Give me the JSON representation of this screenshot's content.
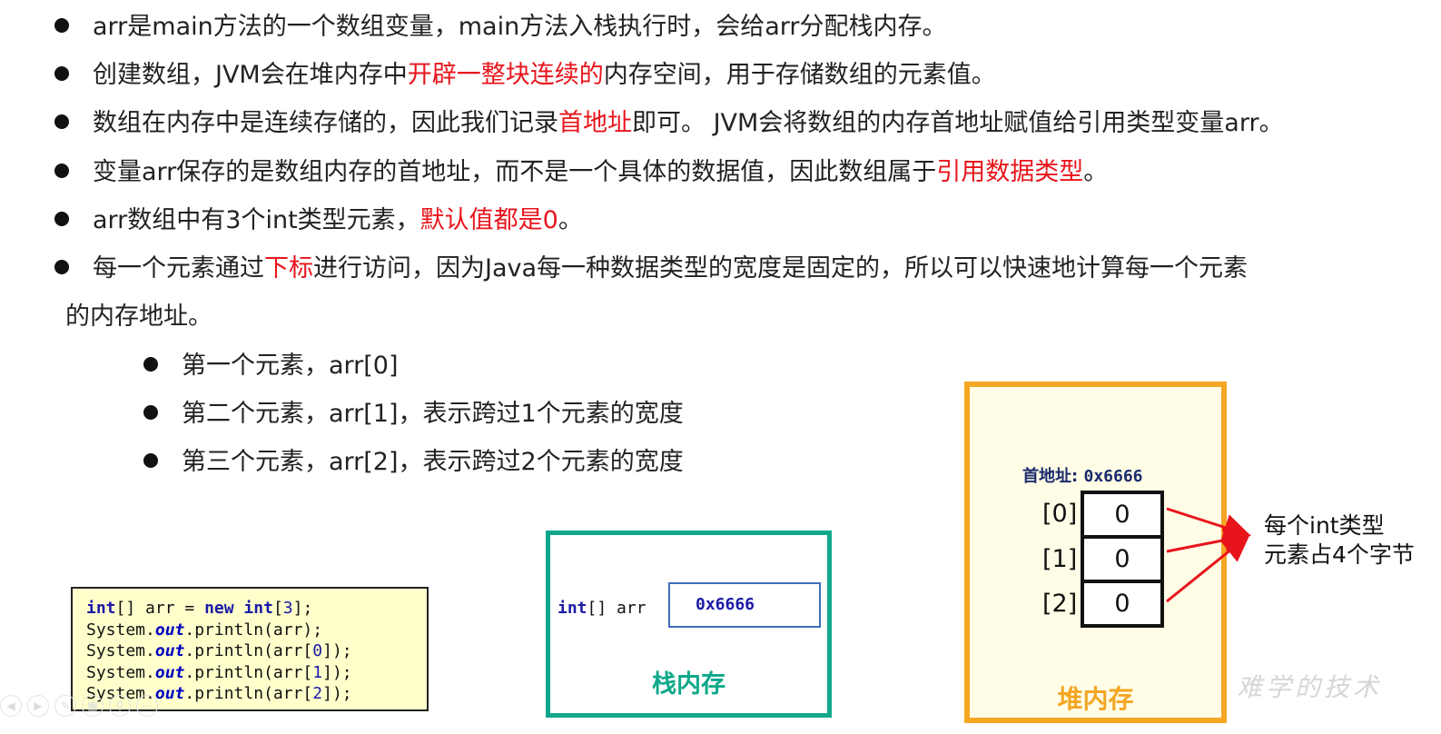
{
  "bullets": [
    {
      "parts": [
        "arr是main方法的一个数组变量，main方法入栈执行时，会给arr分配栈内存。",
        "",
        ""
      ]
    },
    {
      "parts": [
        "创建数组，JVM会在堆内存中",
        "开辟一整块连续的",
        "内存空间，用于存储数组的元素值。"
      ]
    },
    {
      "parts": [
        "数组在内存中是连续存储的，因此我们记录",
        "首地址",
        "即可。 JVM会将数组的内存首地址赋值给引用类型变量arr。"
      ]
    },
    {
      "parts": [
        "变量arr保存的是数组内存的首地址，而不是一个具体的数据值，因此数组属于",
        "引用数据类型",
        "。"
      ]
    },
    {
      "parts": [
        "arr数组中有3个int类型元素，",
        "默认值都是0",
        "。"
      ]
    },
    {
      "parts": [
        "每一个元素通过",
        "下标",
        "进行访问，因为Java每一种数据类型的宽度是固定的，所以可以快速地计算每一个元素"
      ]
    }
  ],
  "bullet6_continuation": "的内存地址。",
  "sub_bullets": [
    "第一个元素，arr[0]",
    "第二个元素，arr[1]，表示跨过1个元素的宽度",
    "第三个元素，arr[2]，表示跨过2个元素的宽度"
  ],
  "code": {
    "line1": {
      "kw1": "int",
      "t1": "[] arr = ",
      "kw2": "new",
      "t2": " ",
      "kw3": "int",
      "t3": "[",
      "num": "3",
      "t4": "];"
    },
    "println_prefix": "System.",
    "out": "out",
    "println_args": [
      ".println(arr);",
      ".println(arr[",
      ".println(arr[",
      ".println(arr["
    ],
    "indices": [
      "0",
      "1",
      "2"
    ],
    "suffix": "]);"
  },
  "stack": {
    "var_type": "int",
    "var_rest": "[] arr",
    "value": "0x6666",
    "label": "栈内存"
  },
  "heap": {
    "addr_label": "首地址:",
    "addr_value": "0x6666",
    "indices": [
      "[0]",
      "[1]",
      "[2]"
    ],
    "values": [
      "0",
      "0",
      "0"
    ],
    "label": "堆内存"
  },
  "note": {
    "line1": "每个int类型",
    "line2": "元素占4个字节"
  },
  "watermark": "难学的技术",
  "colors": {
    "highlight": "#e8141b",
    "stack_border": "#10a88a",
    "heap_border": "#f5a623",
    "arrow": "#e8141b"
  }
}
